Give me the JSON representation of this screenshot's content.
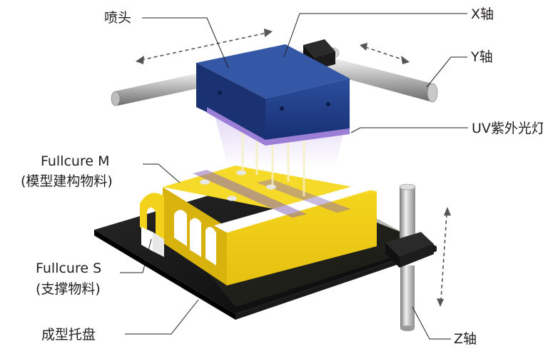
{
  "labels": {
    "nozzle": "喷头",
    "x_axis": "X轴",
    "y_axis": "Y轴",
    "uv_lamp": "UV紫外光灯",
    "model_material_name": "Fullcure M",
    "model_material_desc": "(模型建构物料)",
    "support_material_name": "Fullcure S",
    "support_material_desc": "(支撑物料)",
    "build_tray": "成型托盘",
    "z_axis": "Z轴"
  },
  "colors": {
    "print_head": "#1f3f8f",
    "model_material": "#f2d21a",
    "support_material": "#ffffff",
    "build_tray": "#0d0d0d",
    "uv_light": "#b9a0e8",
    "rails": "#c8c8c8"
  }
}
